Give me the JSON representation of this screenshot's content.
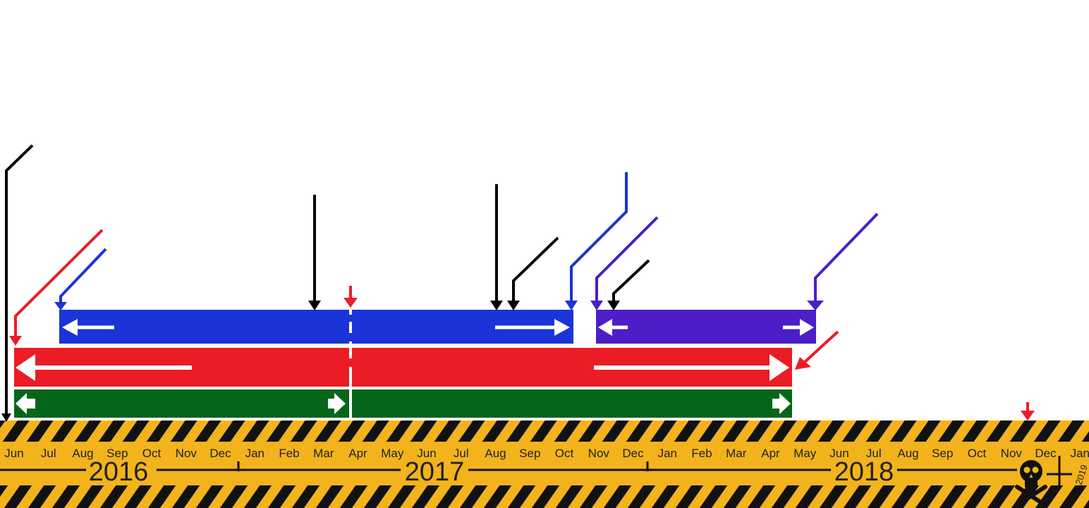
{
  "timeline": {
    "months": [
      "Jun",
      "Jul",
      "Aug",
      "Sep",
      "Oct",
      "Nov",
      "Dec",
      "Jan",
      "Feb",
      "Mar",
      "Apr",
      "May",
      "Jun",
      "Jul",
      "Aug",
      "Sep",
      "Oct",
      "Nov",
      "Dec",
      "Jan",
      "Feb",
      "Mar",
      "Apr",
      "May",
      "Jun",
      "Jul",
      "Aug",
      "Sep",
      "Oct",
      "Nov",
      "Dec",
      "Jan"
    ],
    "years": [
      "2016",
      "2017",
      "2018",
      "2019"
    ],
    "death_marker": "skull-crossbones-icon",
    "colors": {
      "hazard_yellow": "#f2b31c",
      "hazard_black": "#111111",
      "blue": "#1a34d8",
      "purple": "#4b1ec8",
      "red": "#ec1c26",
      "green": "#05661a",
      "black": "#000000"
    }
  }
}
